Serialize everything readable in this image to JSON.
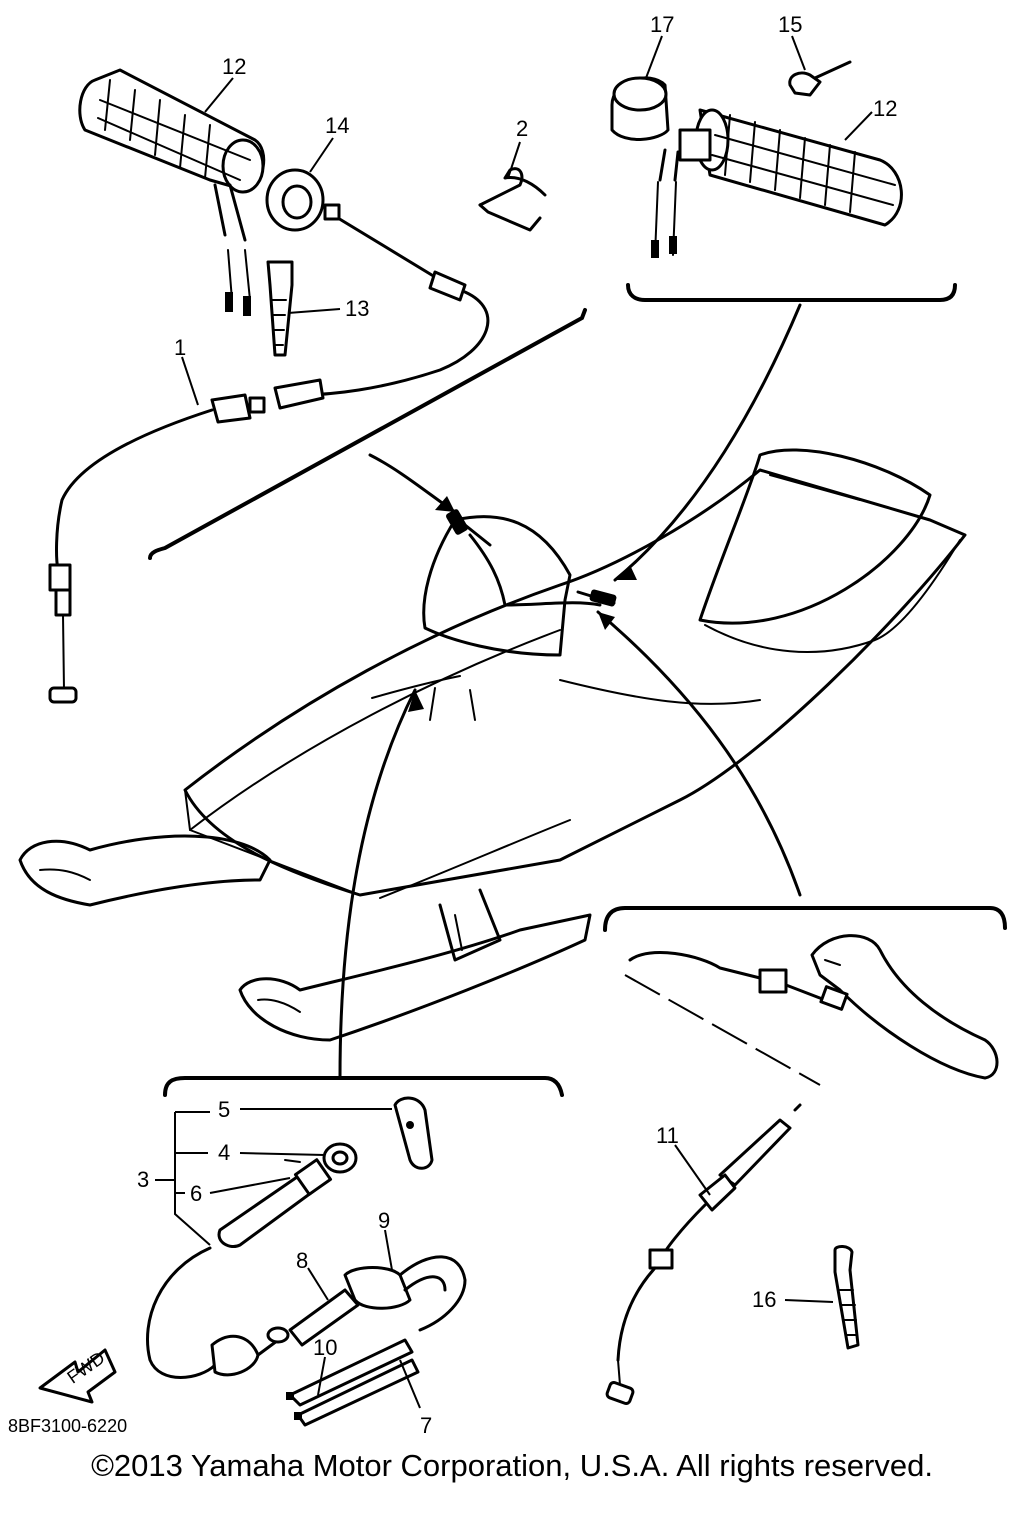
{
  "callouts": [
    "1",
    "2",
    "3",
    "4",
    "5",
    "6",
    "7",
    "8",
    "9",
    "10",
    "11",
    "12",
    "12",
    "13",
    "14",
    "15",
    "16",
    "17"
  ],
  "part_code": "8BF3100-6220",
  "fwd_label": "FWD",
  "copyright": "©2013 Yamaha Motor Corporation, U.S.A. All rights reserved."
}
